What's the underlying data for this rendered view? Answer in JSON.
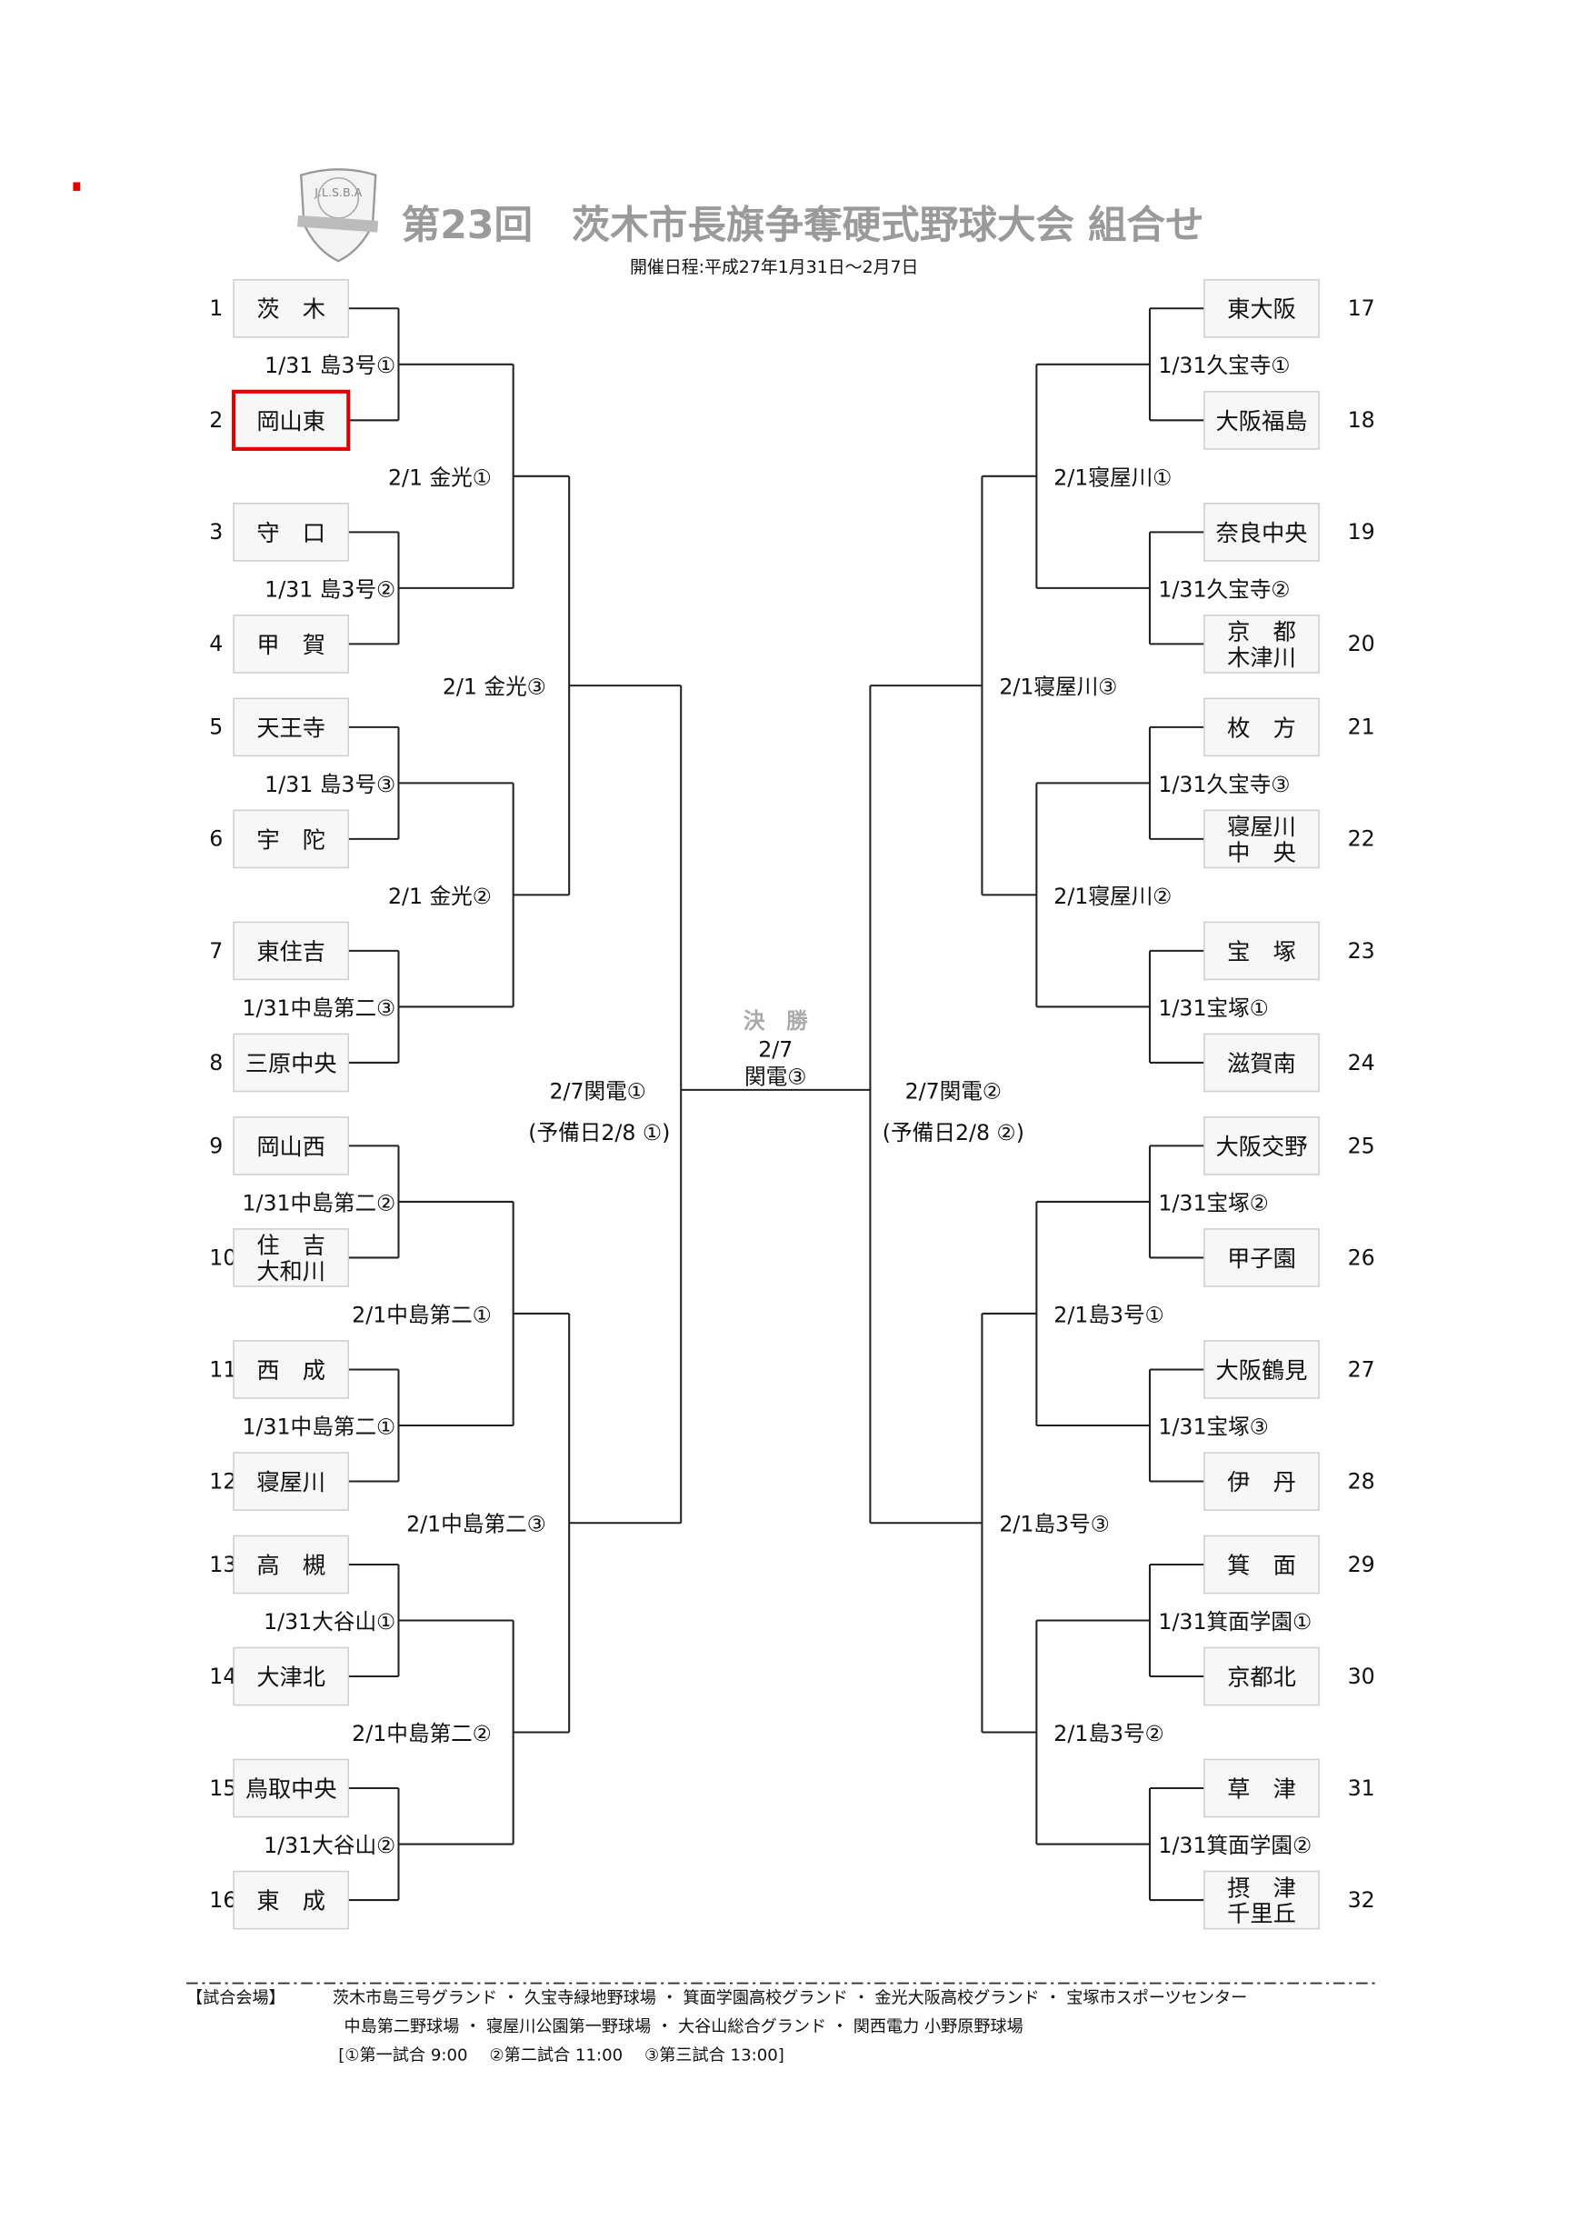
{
  "header": {
    "logo_text": "J.L.S.B.A",
    "title": "第23回　茨木市長旗争奪硬式野球大会 組合せ",
    "subtitle": "開催日程:平成27年1月31日～2月7日"
  },
  "highlight_color": "#e00000",
  "left": {
    "teams": [
      {
        "no": "1",
        "name": [
          "茨　木"
        ]
      },
      {
        "no": "2",
        "name": [
          "岡山東"
        ],
        "highlighted": true
      },
      {
        "no": "3",
        "name": [
          "守　口"
        ]
      },
      {
        "no": "4",
        "name": [
          "甲　賀"
        ]
      },
      {
        "no": "5",
        "name": [
          "天王寺"
        ]
      },
      {
        "no": "6",
        "name": [
          "宇　陀"
        ]
      },
      {
        "no": "7",
        "name": [
          "東住吉"
        ]
      },
      {
        "no": "8",
        "name": [
          "三原中央"
        ]
      },
      {
        "no": "9",
        "name": [
          "岡山西"
        ]
      },
      {
        "no": "10",
        "name": [
          "住　吉",
          "大和川"
        ]
      },
      {
        "no": "11",
        "name": [
          "西　成"
        ]
      },
      {
        "no": "12",
        "name": [
          "寝屋川"
        ]
      },
      {
        "no": "13",
        "name": [
          "高　槻"
        ]
      },
      {
        "no": "14",
        "name": [
          "大津北"
        ]
      },
      {
        "no": "15",
        "name": [
          "鳥取中央"
        ]
      },
      {
        "no": "16",
        "name": [
          "東　成"
        ]
      }
    ],
    "round1": [
      "1/31 島3号①",
      "1/31 島3号②",
      "1/31 島3号③",
      "1/31中島第二③",
      "1/31中島第二②",
      "1/31中島第二①",
      "1/31大谷山①",
      "1/31大谷山②"
    ],
    "round2": [
      "2/1 金光①",
      "2/1 金光②",
      "2/1中島第二①",
      "2/1中島第二②"
    ],
    "round3": [
      "2/1 金光③",
      "2/1中島第二③"
    ],
    "semifinal": {
      "label": "2/7関電①",
      "reserve": "(予備日2/8 ①)"
    }
  },
  "right": {
    "teams": [
      {
        "no": "17",
        "name": [
          "東大阪"
        ]
      },
      {
        "no": "18",
        "name": [
          "大阪福島"
        ]
      },
      {
        "no": "19",
        "name": [
          "奈良中央"
        ]
      },
      {
        "no": "20",
        "name": [
          "京　都",
          "木津川"
        ]
      },
      {
        "no": "21",
        "name": [
          "枚　方"
        ]
      },
      {
        "no": "22",
        "name": [
          "寝屋川",
          "中　央"
        ]
      },
      {
        "no": "23",
        "name": [
          "宝　塚"
        ]
      },
      {
        "no": "24",
        "name": [
          "滋賀南"
        ]
      },
      {
        "no": "25",
        "name": [
          "大阪交野"
        ]
      },
      {
        "no": "26",
        "name": [
          "甲子園"
        ]
      },
      {
        "no": "27",
        "name": [
          "大阪鶴見"
        ]
      },
      {
        "no": "28",
        "name": [
          "伊　丹"
        ]
      },
      {
        "no": "29",
        "name": [
          "箕　面"
        ]
      },
      {
        "no": "30",
        "name": [
          "京都北"
        ]
      },
      {
        "no": "31",
        "name": [
          "草　津"
        ]
      },
      {
        "no": "32",
        "name": [
          "摂　津",
          "千里丘"
        ]
      }
    ],
    "round1": [
      "1/31久宝寺①",
      "1/31久宝寺②",
      "1/31久宝寺③",
      "1/31宝塚①",
      "1/31宝塚②",
      "1/31宝塚③",
      "1/31箕面学園①",
      "1/31箕面学園②"
    ],
    "round2": [
      "2/1寝屋川①",
      "2/1寝屋川②",
      "2/1島3号①",
      "2/1島3号②"
    ],
    "round3": [
      "2/1寝屋川③",
      "2/1島3号③"
    ],
    "semifinal": {
      "label": "2/7関電②",
      "reserve": "(予備日2/8 ②)"
    }
  },
  "final": {
    "title": "決　勝",
    "date": "2/7",
    "venue": "関電③"
  },
  "footer": {
    "venues_label": "【試合会場】",
    "venues_line1": "茨木市島三号グランド ・ 久宝寺緑地野球場 ・ 箕面学園高校グランド ・ 金光大阪高校グランド ・ 宝塚市スポーツセンター",
    "venues_line2": "中島第二野球場 ・ 寝屋川公園第一野球場 ・ 大谷山総合グランド ・ 関西電力 小野原野球場",
    "times": "[①第一試合 9:00　 ②第二試合 11:00　 ③第三試合 13:00]"
  }
}
